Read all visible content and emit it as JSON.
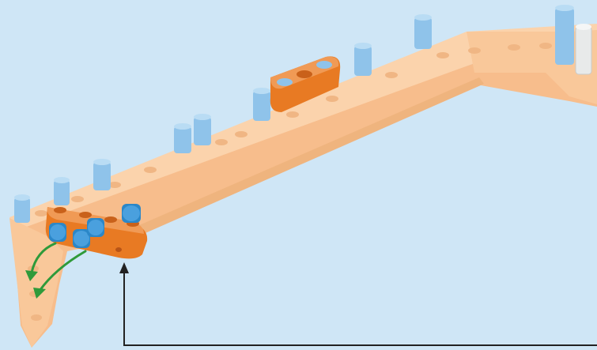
{
  "illustration": {
    "background_color": "#cfe6f6",
    "beam_color": "#f9c89a",
    "beam_shade_color": "#efb47e",
    "beam_hole_color": "#f3b98a",
    "link_color": "#e87a23",
    "link_shade_color": "#c9611a",
    "pin_light_color": "#8fc3ea",
    "pin_dark_color": "#2b87c8",
    "pin_gray_color": "#e8eaea",
    "arrow_color": "#2f9a3a",
    "callout_line_color": "#222222",
    "light_pins": 9,
    "blue_pins": 4,
    "curved_arrows": 2
  }
}
